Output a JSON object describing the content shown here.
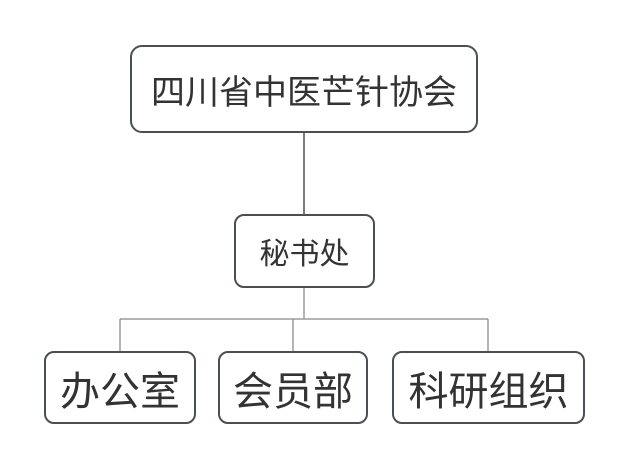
{
  "diagram": {
    "root": {
      "label": "四川省中医芒针协会"
    },
    "secretariat": {
      "label": "秘书处"
    },
    "departments": [
      {
        "label": "办公室"
      },
      {
        "label": "会员部"
      },
      {
        "label": "科研组织"
      }
    ]
  },
  "colors": {
    "node_border": "#4a4f55",
    "node_text": "#333333",
    "trunk_line": "#7a7a7a",
    "branch_line": "#9a9a9a",
    "background": "#ffffff"
  }
}
